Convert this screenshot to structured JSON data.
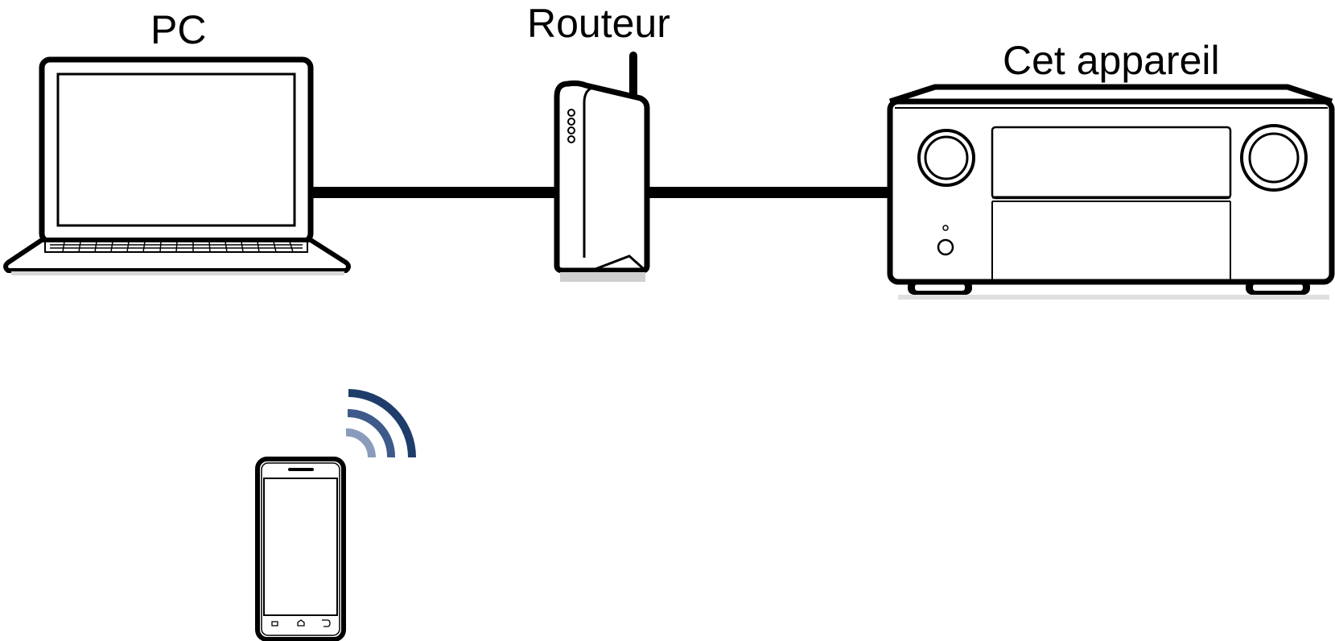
{
  "labels": {
    "pc": "PC",
    "router": "Routeur",
    "device": "Cet appareil"
  },
  "icons": [
    "laptop-icon",
    "router-icon",
    "av-receiver-icon",
    "smartphone-icon",
    "wifi-signal-icon"
  ],
  "colors": {
    "outline": "#000000",
    "wifi_arc_outer": "#1f3d6b",
    "wifi_arc_middle": "#3d5a8a",
    "wifi_arc_inner": "#8a9cbc"
  }
}
